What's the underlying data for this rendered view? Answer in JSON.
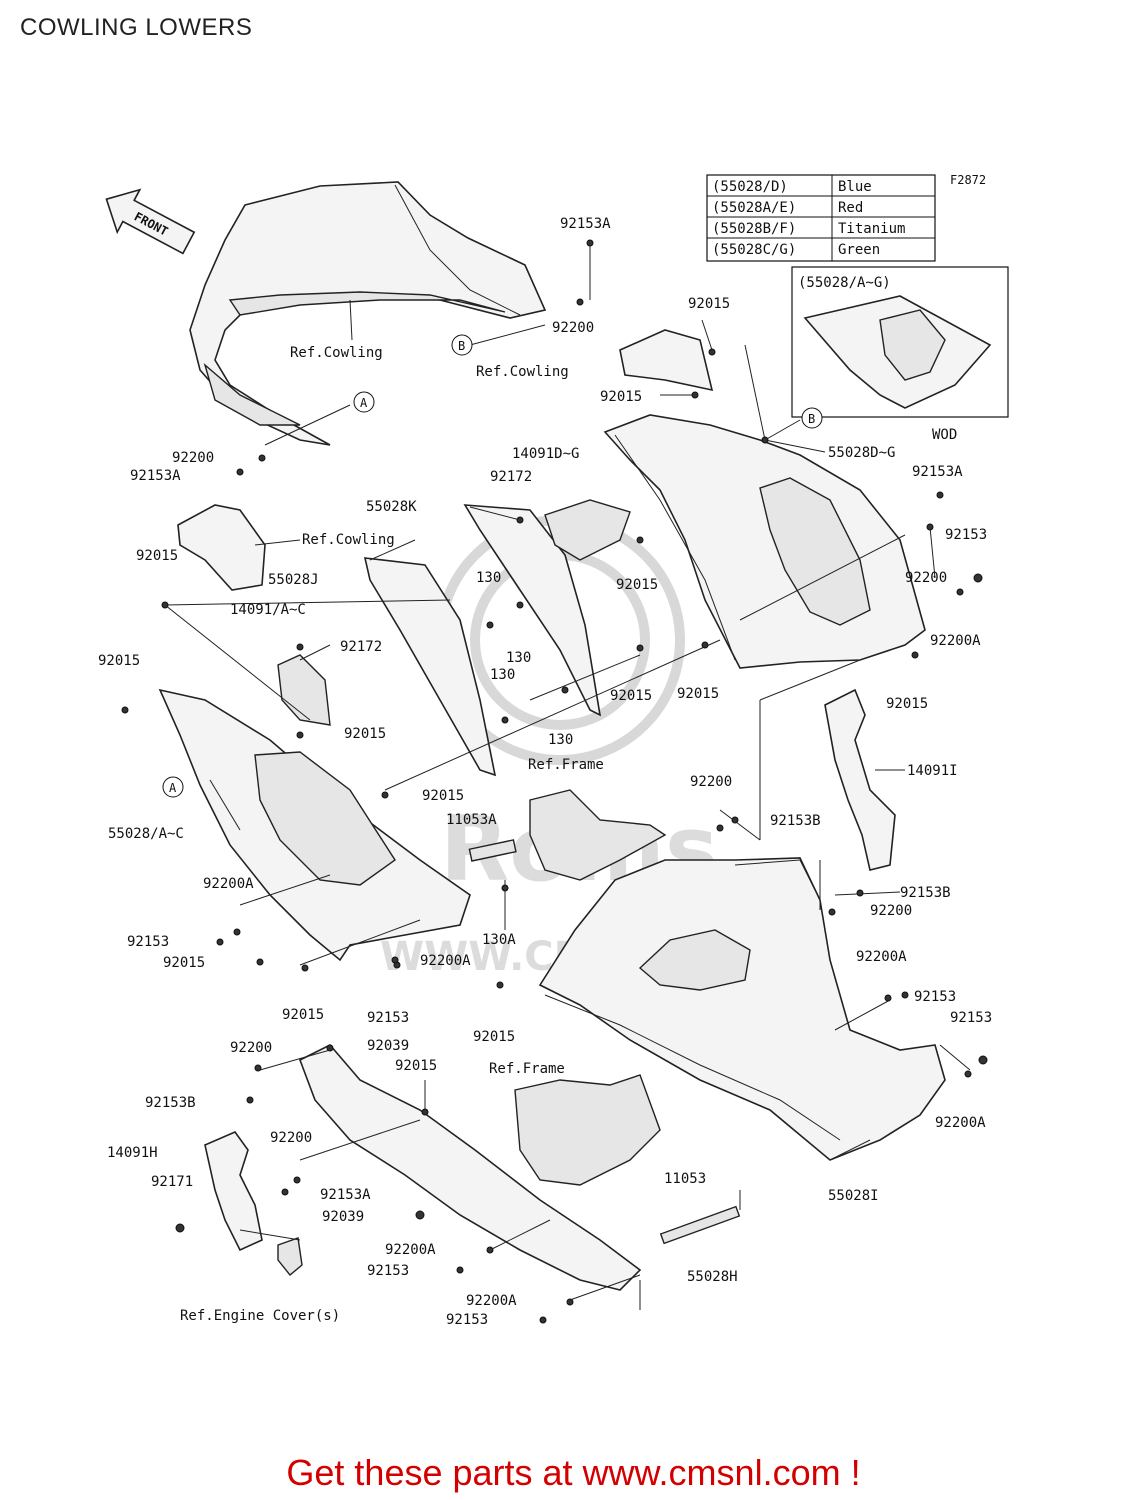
{
  "page": {
    "title": "COWLING LOWERS",
    "figure_code": "F2872",
    "footer": "Get these parts at www.cmsnl.com !"
  },
  "front_arrow": "FRONT",
  "color_table": [
    {
      "code": "(55028/D)",
      "color": "Blue"
    },
    {
      "code": "(55028A/E)",
      "color": "Red"
    },
    {
      "code": "(55028B/F)",
      "color": "Titanium"
    },
    {
      "code": "(55028C/G)",
      "color": "Green"
    }
  ],
  "inset": {
    "title": "(55028/A~G)",
    "caption": "WOD"
  },
  "watermark": {
    "line1": "Roms",
    "line2": "WWW.CMSNL.COM"
  },
  "callouts": {
    "a": "A",
    "b": "B"
  },
  "labels": {
    "l001": "92153A",
    "l002": "92200",
    "l003": "Ref.Cowling",
    "l004": "92015",
    "l005": "Ref.Cowling",
    "l006": "92015",
    "l007": "55028D~G",
    "l008": "92200",
    "l009": "92153A",
    "l010": "14091D~G",
    "l011": "92172",
    "l012": "92153A",
    "l013": "55028K",
    "l014": "92153",
    "l015": "92015",
    "l016": "Ref.Cowling",
    "l017": "55028J",
    "l018": "130",
    "l019": "92015",
    "l020": "92200",
    "l021": "14091/A~C",
    "l022": "92200A",
    "l023": "92172",
    "l024": "130",
    "l025": "130",
    "l026": "92015",
    "l027": "92015",
    "l028": "92015",
    "l029": "92015",
    "l030": "92015",
    "l031": "130",
    "l032": "14091I",
    "l033": "Ref.Frame",
    "l034": "92200",
    "l035": "92015",
    "l036": "11053A",
    "l037": "92153B",
    "l038": "55028/A~C",
    "l039": "92153B",
    "l040": "92200A",
    "l041": "92200",
    "l042": "130A",
    "l043": "92153",
    "l044": "92200A",
    "l045": "92015",
    "l046": "92200A",
    "l047": "92153",
    "l048": "92015",
    "l049": "92153",
    "l050": "92015",
    "l051": "92153",
    "l052": "92200",
    "l053": "92039",
    "l054": "92015",
    "l055": "Ref.Frame",
    "l056": "92153B",
    "l057": "92200A",
    "l058": "14091H",
    "l059": "92200",
    "l060": "92171",
    "l061": "11053",
    "l062": "92153A",
    "l063": "55028I",
    "l064": "92039",
    "l065": "92200A",
    "l066": "92153",
    "l067": "55028H",
    "l068": "Ref.Engine Cover(s)",
    "l069": "92200A",
    "l070": "92153"
  }
}
